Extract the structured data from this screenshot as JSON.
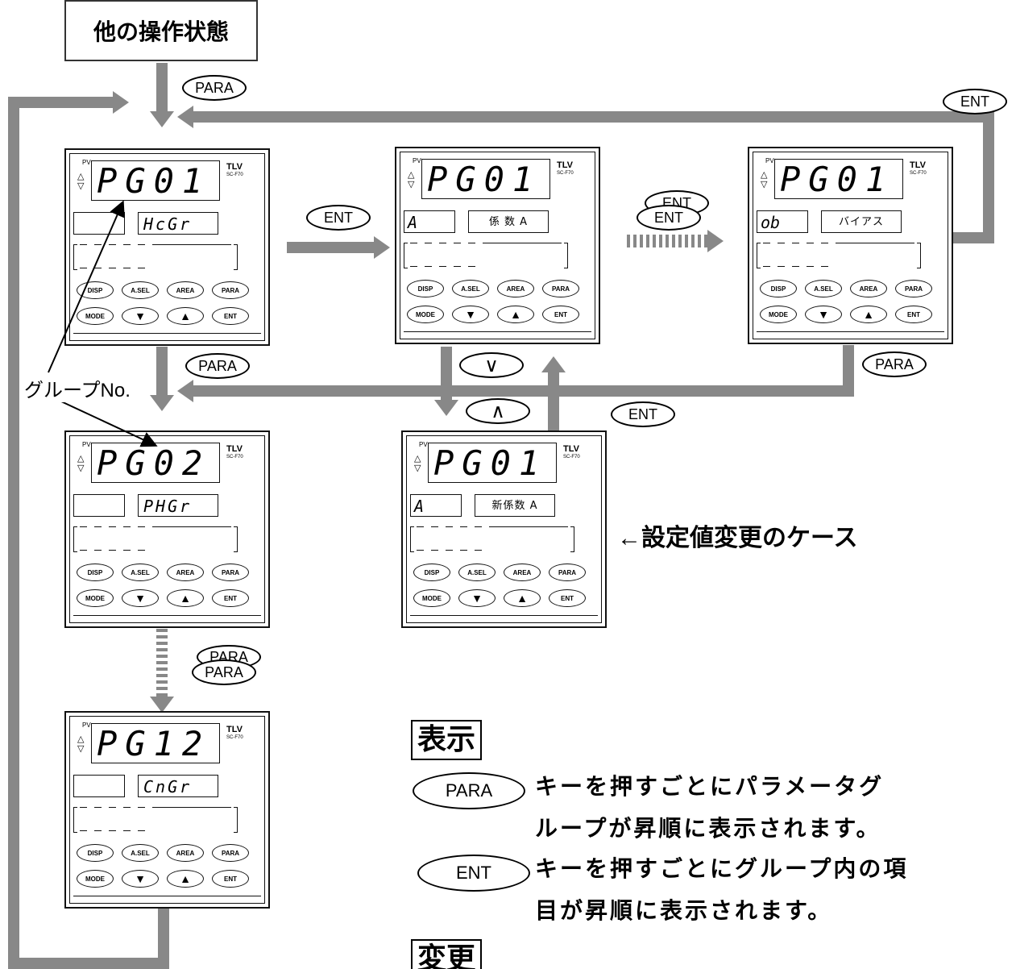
{
  "start_box": "他の操作状態",
  "keys": {
    "para": "PARA",
    "ent": "ENT",
    "down": "∨",
    "up": "∧"
  },
  "device_keys": [
    "DISP",
    "A.SEL",
    "AREA",
    "PARA",
    "MODE",
    "ENT"
  ],
  "device_brand": "TLV",
  "device_model": "SC-F70",
  "pv_label": "PV",
  "devices": [
    {
      "main": "PG01",
      "small": "",
      "right": "HcGr",
      "right_is_text": false
    },
    {
      "main": "PG01",
      "small": "A",
      "right": "係 数 A",
      "right_is_text": true
    },
    {
      "main": "PG01",
      "small": "ob",
      "right": "バイアス",
      "right_is_text": true
    },
    {
      "main": "PG02",
      "small": "",
      "right": "PHGr",
      "right_is_text": false
    },
    {
      "main": "PG01",
      "small": "A",
      "right": "新係数 A",
      "right_is_text": true
    },
    {
      "main": "PG12",
      "small": "",
      "right": "CnGr",
      "right_is_text": false
    }
  ],
  "annotation_group": "グループNo.",
  "annotation_change": "←設定値変更のケース",
  "legend": {
    "display_title": "表示",
    "para_key": "PARA",
    "para_line1": "キーを押すごとにパラメータグ",
    "para_line2": "ループが昇順に表示されます。",
    "ent_key": "ENT",
    "ent_line1": "キーを押すごとにグループ内の項",
    "ent_line2": "目が昇順に表示されます。",
    "change_title": "変更"
  }
}
